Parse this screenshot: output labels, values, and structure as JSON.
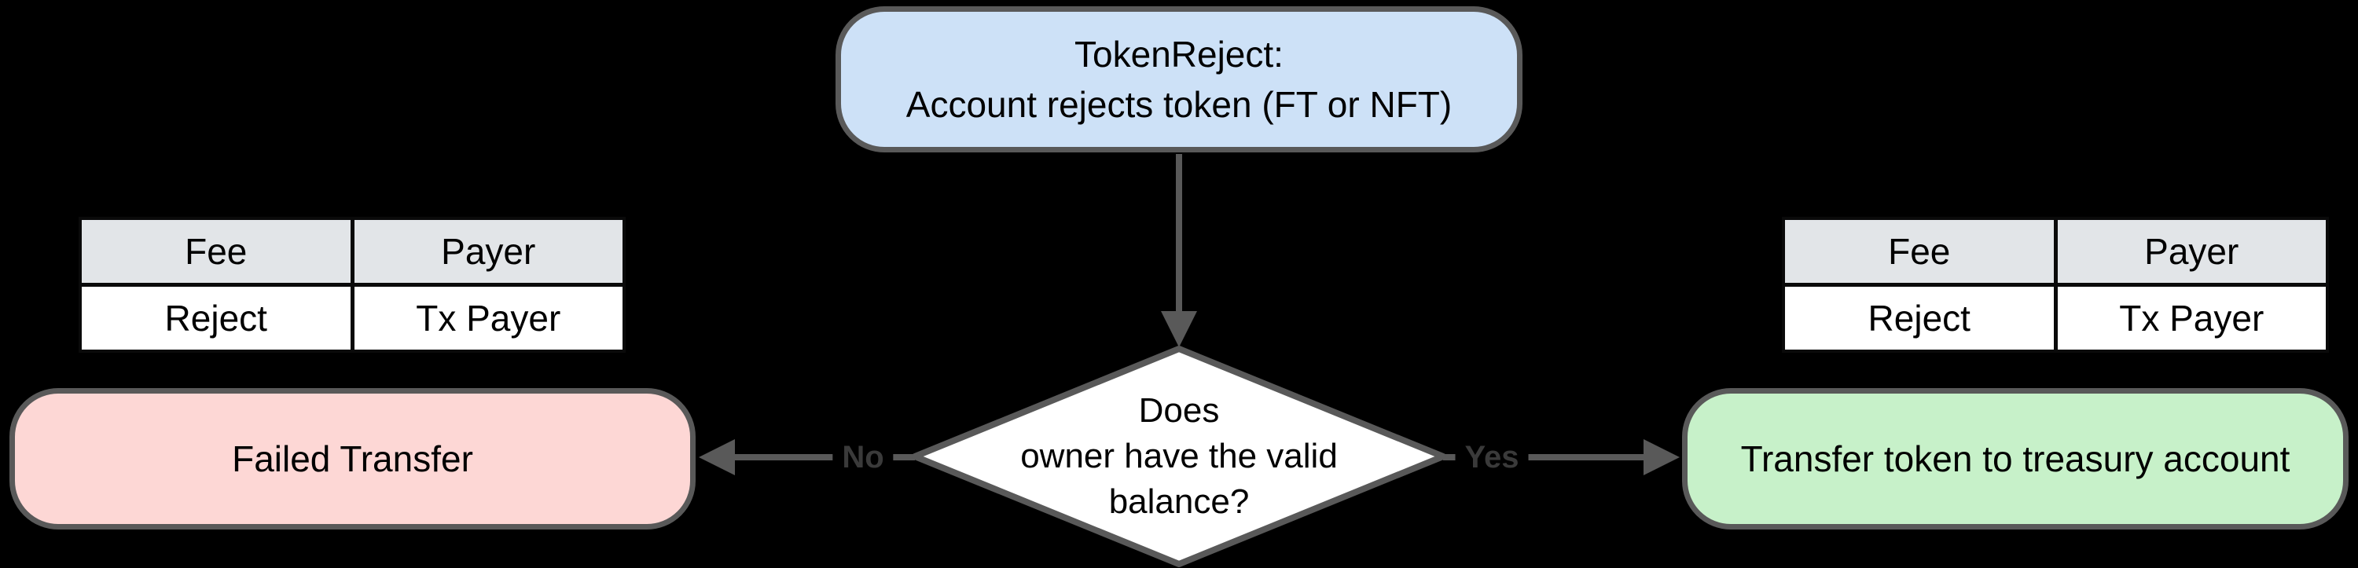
{
  "colors": {
    "canvas_bg": "#000000",
    "node_border": "#595959",
    "arrow": "#595959",
    "start_fill": "#cde1f7",
    "decision_fill": "#ffffff",
    "fail_fill": "#fdd7d5",
    "success_fill": "#c7f1c9",
    "table_header_bg": "#e2e5e8",
    "table_row_bg": "#ffffff",
    "table_grid": "#0a0a0a",
    "edge_label_color": "#3a3a3a"
  },
  "flowchart": {
    "start_node": {
      "text": "TokenReject:\nAccount rejects token (FT or NFT)"
    },
    "decision_node": {
      "text": "Does\nowner have the valid\nbalance?"
    },
    "fail_node": {
      "text": "Failed Transfer"
    },
    "success_node": {
      "text": "Transfer token to treasury account"
    },
    "no_label": "No",
    "yes_label": "Yes"
  },
  "left_table": {
    "headers": [
      "Fee",
      "Payer"
    ],
    "rows": [
      [
        "Reject",
        "Tx Payer"
      ]
    ]
  },
  "right_table": {
    "headers": [
      "Fee",
      "Payer"
    ],
    "rows": [
      [
        "Reject",
        "Tx Payer"
      ]
    ]
  }
}
